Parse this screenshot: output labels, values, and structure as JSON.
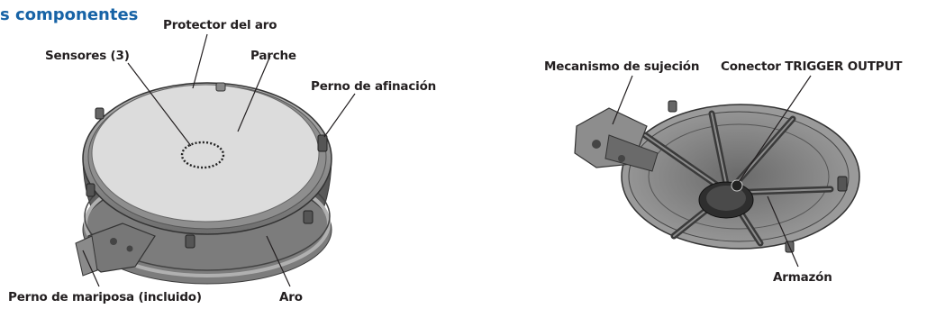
{
  "title": "s componentes",
  "left_diagram": {
    "labels": {
      "rim_protector": "Protector del aro",
      "sensors": "Sensores (3)",
      "head": "Parche",
      "tuning_bolt": "Perno de afinación",
      "wing_bolt": "Perno de mariposa (incluido)",
      "rim": "Aro"
    }
  },
  "right_diagram": {
    "labels": {
      "clamp": "Mecanismo de sujeción",
      "trigger_output": "Conector TRIGGER OUTPUT",
      "frame": "Armazón"
    }
  },
  "colors": {
    "title": "#1763a6",
    "label": "#231f20",
    "pad_head": "#d9d9d9",
    "pad_body": "#8a8a8a"
  }
}
